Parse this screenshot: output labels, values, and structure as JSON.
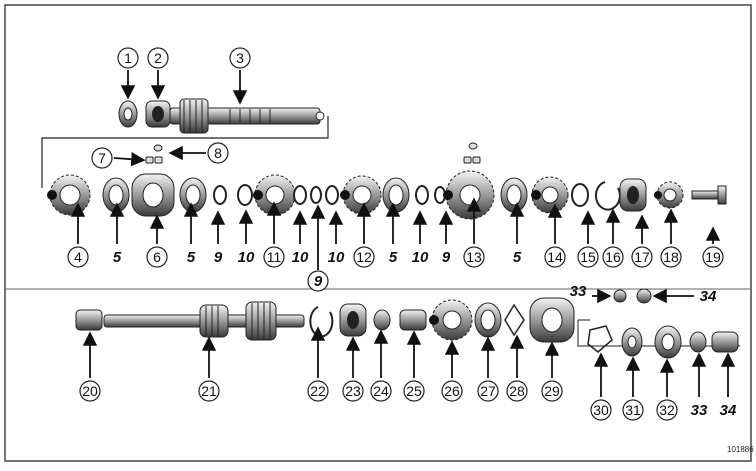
{
  "diagram": {
    "row1_labels": [
      "1",
      "2",
      "3",
      "7",
      "8"
    ],
    "row2_labels": [
      "4",
      "5",
      "6",
      "5",
      "9",
      "10",
      "11",
      "10",
      "10",
      "12",
      "5",
      "10",
      "9",
      "13",
      "5",
      "14",
      "15",
      "16",
      "17",
      "18",
      "19",
      "9"
    ],
    "row3_labels": [
      "20",
      "21",
      "22",
      "23",
      "24",
      "25",
      "26",
      "27",
      "28",
      "29",
      "33",
      "34",
      "30",
      "31",
      "32",
      "33",
      "34"
    ],
    "ref_code": "101886"
  }
}
